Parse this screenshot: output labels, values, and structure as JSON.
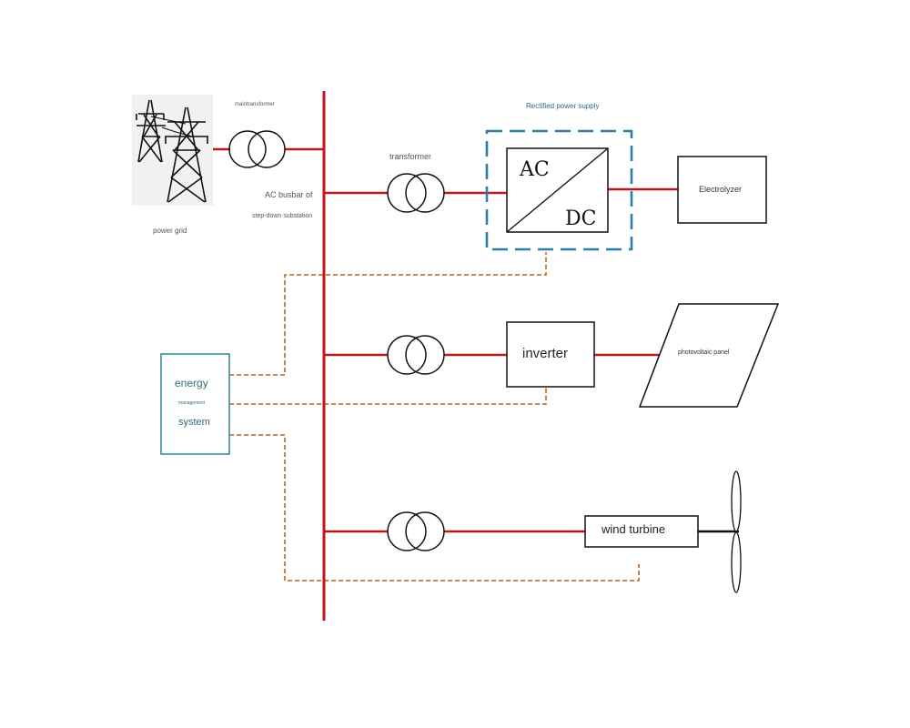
{
  "labels": {
    "main_transformer": "maintransformer",
    "power_grid": "power grid",
    "ac_busbar_line1": "AC busbar of",
    "ac_busbar_line2": "step-down substation",
    "transformer": "transformer",
    "rectified_power_supply": "Rectified power supply",
    "ac": "AC",
    "dc": "DC",
    "electrolyzer": "Electrolyzer",
    "inverter": "inverter",
    "photovoltaic_panel": "photovoltaic panel",
    "wind_turbine": "wind turbine",
    "ems_line1": "energy",
    "ems_line2": "management",
    "ems_line3": "system"
  },
  "colors": {
    "power_line": "#c0171d",
    "control_line": "#b5651d",
    "rectifier_frame": "#2e7ea6",
    "ems_frame": "#3a8a9a",
    "ems_text": "#2f6d80",
    "rectified_label": "#2f6d80",
    "component_stroke": "#111111"
  }
}
